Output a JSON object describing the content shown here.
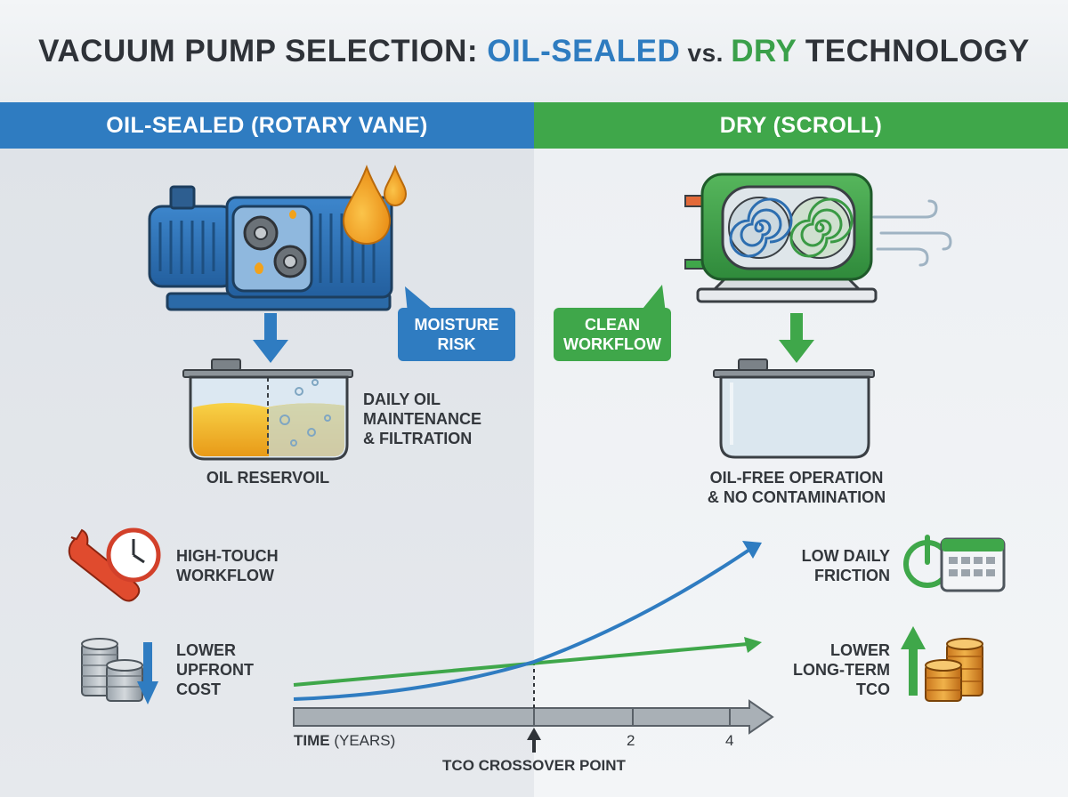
{
  "title": {
    "part1": "VACUUM PUMP SELECTION: ",
    "oil_sealed": "OIL-SEALED",
    "vs": " vs. ",
    "dry": "DRY",
    "part2": " TECHNOLOGY"
  },
  "left_header": "OIL-SEALED (ROTARY VANE)",
  "right_header": "DRY (SCROLL)",
  "callouts": {
    "moisture": "MOISTURE\nRISK",
    "clean": "CLEAN\nWORKFLOW"
  },
  "labels": {
    "daily_oil": "DAILY OIL\nMAINTENANCE\n& FILTRATION",
    "oil_reservoir": "OIL RESERVOIL",
    "oil_free": "OIL-FREE OPERATION\n& NO CONTAMINATION",
    "high_touch": "HIGH-TOUCH\nWORKFLOW",
    "lower_upfront": "LOWER\nUPFRONT\nCOST",
    "low_friction": "LOW DAILY\nFRICTION",
    "lower_tco": "LOWER\nLONG-TERM\nTCO"
  },
  "timeline": {
    "axis_label_bold": "TIME",
    "axis_label_unit": " (YEARS)",
    "ticks": [
      "2",
      "4"
    ],
    "crossover": "TCO CROSSOVER POINT"
  },
  "colors": {
    "oil_blue": "#2f7cc1",
    "dry_green": "#3fa74a",
    "oil_amber": "#f2a21b",
    "alert_red": "#e04b2e"
  },
  "icons": [
    "rotary-vane-pump-icon",
    "oil-drop-icon",
    "scroll-pump-icon",
    "airflow-icon",
    "wrench-clock-icon",
    "coin-stack-icon",
    "power-calendar-icon"
  ]
}
